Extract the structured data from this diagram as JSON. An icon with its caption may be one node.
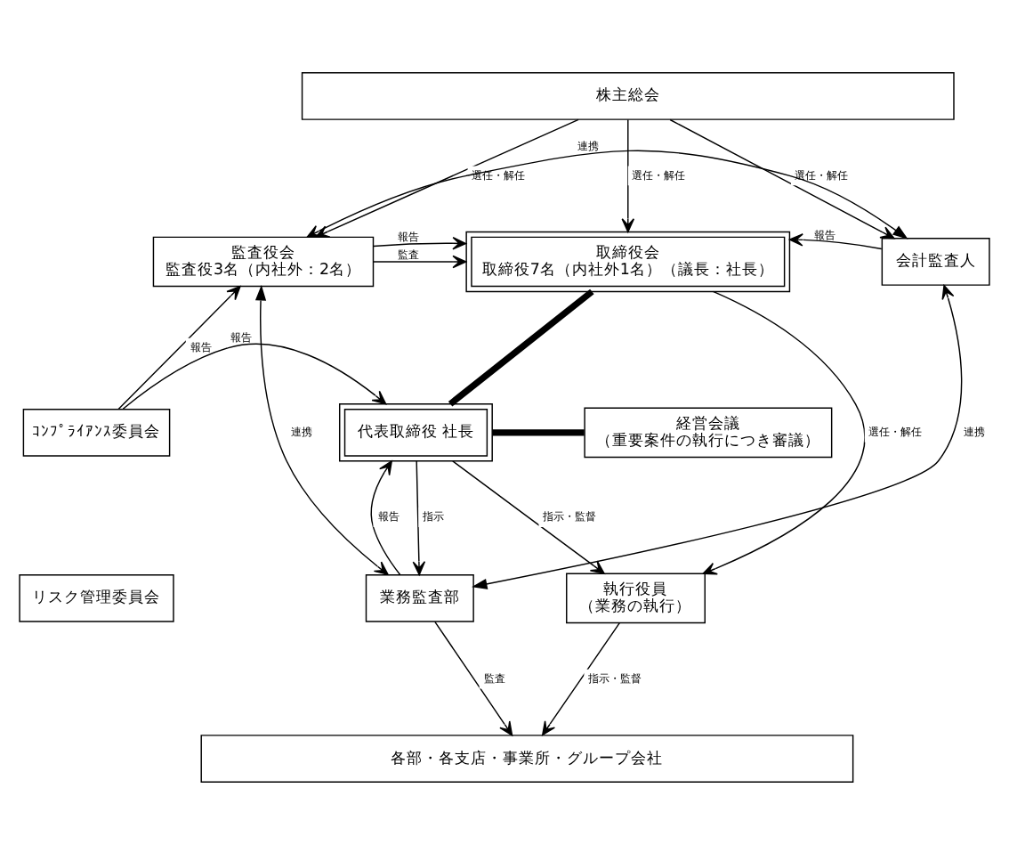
{
  "diagram": {
    "nodes": [
      {
        "text": [
          "株主総会"
        ]
      },
      {
        "text": [
          "取締役会",
          "取締役7名（内社外1名）（議長：社長）"
        ]
      },
      {
        "text": [
          "監査役会",
          "監査役3名（内社外：2名）"
        ]
      },
      {
        "text": [
          "会計監査人"
        ]
      },
      {
        "text": [
          "ｺﾝﾌﾟﾗｲｱﾝｽ委員会"
        ]
      },
      {
        "text": [
          "リスク管理委員会"
        ]
      },
      {
        "text": [
          "代表取締役 社長"
        ]
      },
      {
        "text": [
          "経営会議",
          "（重要案件の執行につき審議）"
        ]
      },
      {
        "text": [
          "業務監査部"
        ]
      },
      {
        "text": [
          "執行役員",
          "（業務の執行）"
        ]
      },
      {
        "text": [
          "各部・各支店・事業所・グループ会社"
        ]
      }
    ],
    "edges": [
      {
        "from": 0,
        "to": 2,
        "arrow": "to",
        "label": "選任・解任"
      },
      {
        "from": 0,
        "to": 1,
        "arrow": "to",
        "label": "選任・解任"
      },
      {
        "from": 0,
        "to": 3,
        "arrow": "to",
        "label": "選任・解任"
      },
      {
        "from": 2,
        "to": 1,
        "arrow": "to",
        "label": "監査"
      },
      {
        "from": 2,
        "to": 1,
        "arrow": "to",
        "label": "報告"
      },
      {
        "from": 3,
        "to": 1,
        "arrow": "to",
        "label": "報告"
      },
      {
        "from": 3,
        "to": 2,
        "arrow": "both",
        "label": "連携"
      },
      {
        "from": 8,
        "to": 3,
        "arrow": "both",
        "label": "連携"
      },
      {
        "from": 4,
        "to": 2,
        "arrow": "to",
        "label": "報告"
      },
      {
        "from": 4,
        "to": 6,
        "arrow": "to",
        "label": "報告"
      },
      {
        "from": 2,
        "to": 8,
        "arrow": "both",
        "label": "連携"
      },
      {
        "from": 8,
        "to": 6,
        "arrow": "to",
        "label": "報告"
      },
      {
        "from": 1,
        "to": 6,
        "arrow": "none",
        "style": "thick"
      },
      {
        "from": 6,
        "to": 7,
        "arrow": "none",
        "style": "thick"
      },
      {
        "from": 6,
        "to": 8,
        "arrow": "to",
        "label": "指示"
      },
      {
        "from": 6,
        "to": 9,
        "arrow": "to",
        "label": "指示・監督"
      },
      {
        "from": 1,
        "to": 9,
        "arrow": "to",
        "label": "選任・解任"
      },
      {
        "from": 8,
        "to": 10,
        "arrow": "to",
        "label": "監査"
      },
      {
        "from": 9,
        "to": 10,
        "arrow": "to",
        "label": "指示・監督"
      }
    ]
  }
}
